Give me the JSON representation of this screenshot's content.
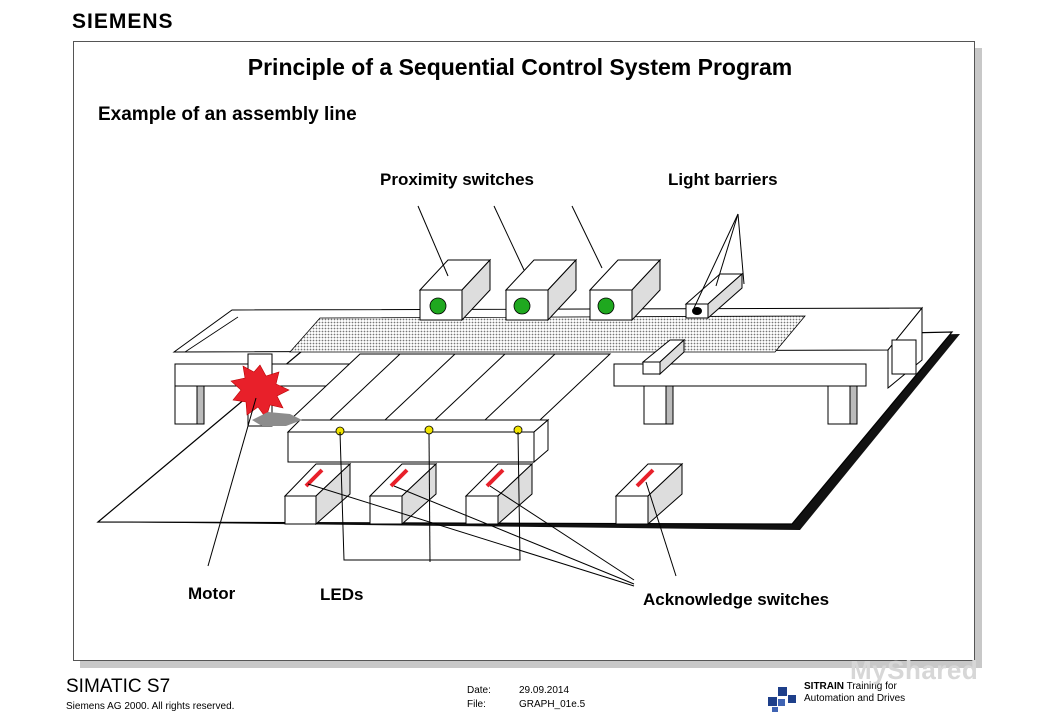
{
  "header": {
    "brand": "SIEMENS"
  },
  "slide": {
    "title": "Principle of a Sequential Control System Program",
    "subtitle": "Example of an assembly line"
  },
  "labels": {
    "proximity_switches": "Proximity switches",
    "light_barriers": "Light barriers",
    "motor": "Motor",
    "leds": "LEDs",
    "acknowledge_switches": "Acknowledge switches"
  },
  "footer": {
    "product": "SIMATIC S7",
    "copyright": "Siemens AG 2000. All rights reserved.",
    "date_label": "Date:",
    "date_value": "29.09.2014",
    "file_label": "File:",
    "file_value": "GRAPH_01e.5",
    "sitrain": "SITRAIN",
    "training_line1": "Training for",
    "training_line2": "Automation and Drives"
  },
  "watermark": "MyShared",
  "colors": {
    "proximity_led": "#1fa81f",
    "motor_burst": "#e8202a",
    "ack_switch_mark": "#e8202a",
    "led_yellow": "#f1e400",
    "conveyor_belt_dots": "#777777"
  }
}
